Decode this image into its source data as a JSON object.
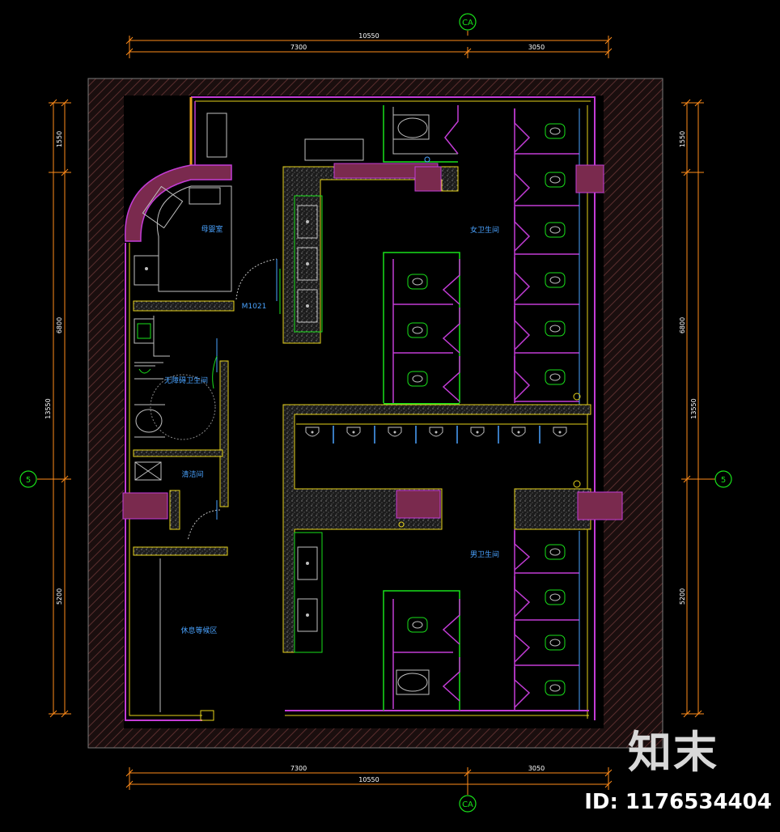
{
  "dimensions": {
    "top_total": "10550",
    "top_left": "7300",
    "top_right": "3050",
    "bottom_total": "10550",
    "bottom_left": "7300",
    "bottom_right": "3050",
    "left_seg_1": "1550",
    "left_seg_2": "6800",
    "left_total": "13550",
    "left_seg_3": "5200",
    "right_seg_1": "1550",
    "right_seg_2": "6800",
    "right_total": "13550",
    "right_seg_3": "5200"
  },
  "axes": {
    "top": "CA",
    "bottom": "CA",
    "left": "5",
    "right": "5"
  },
  "rooms": {
    "mother_baby": "母婴室",
    "door_tag": "M1021",
    "accessible_wc": "无障碍卫生间",
    "cleaning": "清洁间",
    "rest_waiting": "休息等候区",
    "female_wc": "女卫生间",
    "male_wc": "男卫生间"
  },
  "watermark": {
    "brand": "知末",
    "id_text": "ID: 1176534404"
  },
  "colors": {
    "background": "#000000",
    "dimension_line": "#ff8c1a",
    "axis_bubble": "#19e01a",
    "room_label": "#4aa3ff",
    "wall_magenta": "#c33cd6",
    "wall_yellow": "#e6d21a",
    "wall_green": "#19e01a",
    "counter_fill": "#7a2a4e"
  }
}
